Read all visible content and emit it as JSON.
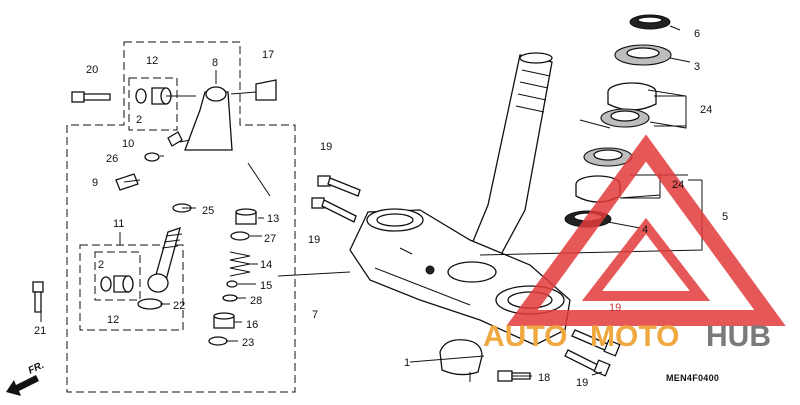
{
  "diagram": {
    "code": "MEN4F0400",
    "direction_label": "FR.",
    "callouts": [
      {
        "id": "c1",
        "label": "1"
      },
      {
        "id": "c2a",
        "label": "2"
      },
      {
        "id": "c2b",
        "label": "2"
      },
      {
        "id": "c3",
        "label": "3"
      },
      {
        "id": "c4",
        "label": "4"
      },
      {
        "id": "c5",
        "label": "5"
      },
      {
        "id": "c6",
        "label": "6"
      },
      {
        "id": "c7",
        "label": "7"
      },
      {
        "id": "c8",
        "label": "8"
      },
      {
        "id": "c9",
        "label": "9"
      },
      {
        "id": "c10",
        "label": "10"
      },
      {
        "id": "c11",
        "label": "11"
      },
      {
        "id": "c12a",
        "label": "12"
      },
      {
        "id": "c12b",
        "label": "12"
      },
      {
        "id": "c13",
        "label": "13"
      },
      {
        "id": "c14",
        "label": "14"
      },
      {
        "id": "c15",
        "label": "15"
      },
      {
        "id": "c16",
        "label": "16"
      },
      {
        "id": "c17",
        "label": "17"
      },
      {
        "id": "c18",
        "label": "18"
      },
      {
        "id": "c19a",
        "label": "19"
      },
      {
        "id": "c19b",
        "label": "19"
      },
      {
        "id": "c19c",
        "label": "19"
      },
      {
        "id": "c20",
        "label": "20"
      },
      {
        "id": "c21",
        "label": "21"
      },
      {
        "id": "c22",
        "label": "22"
      },
      {
        "id": "c23",
        "label": "23"
      },
      {
        "id": "c24a",
        "label": "24"
      },
      {
        "id": "c24b",
        "label": "24"
      },
      {
        "id": "c25",
        "label": "25"
      },
      {
        "id": "c26",
        "label": "26"
      },
      {
        "id": "c27",
        "label": "27"
      },
      {
        "id": "c28",
        "label": "28"
      }
    ]
  },
  "watermark": {
    "part_auto": "AUTO",
    "part_moto": "MOTO",
    "part_hub": "HUB",
    "number": "19"
  },
  "colors": {
    "watermark_red": "#e23a3a",
    "watermark_orange": "#f0a840",
    "watermark_gray": "#7a7a7a",
    "line": "#111111"
  }
}
